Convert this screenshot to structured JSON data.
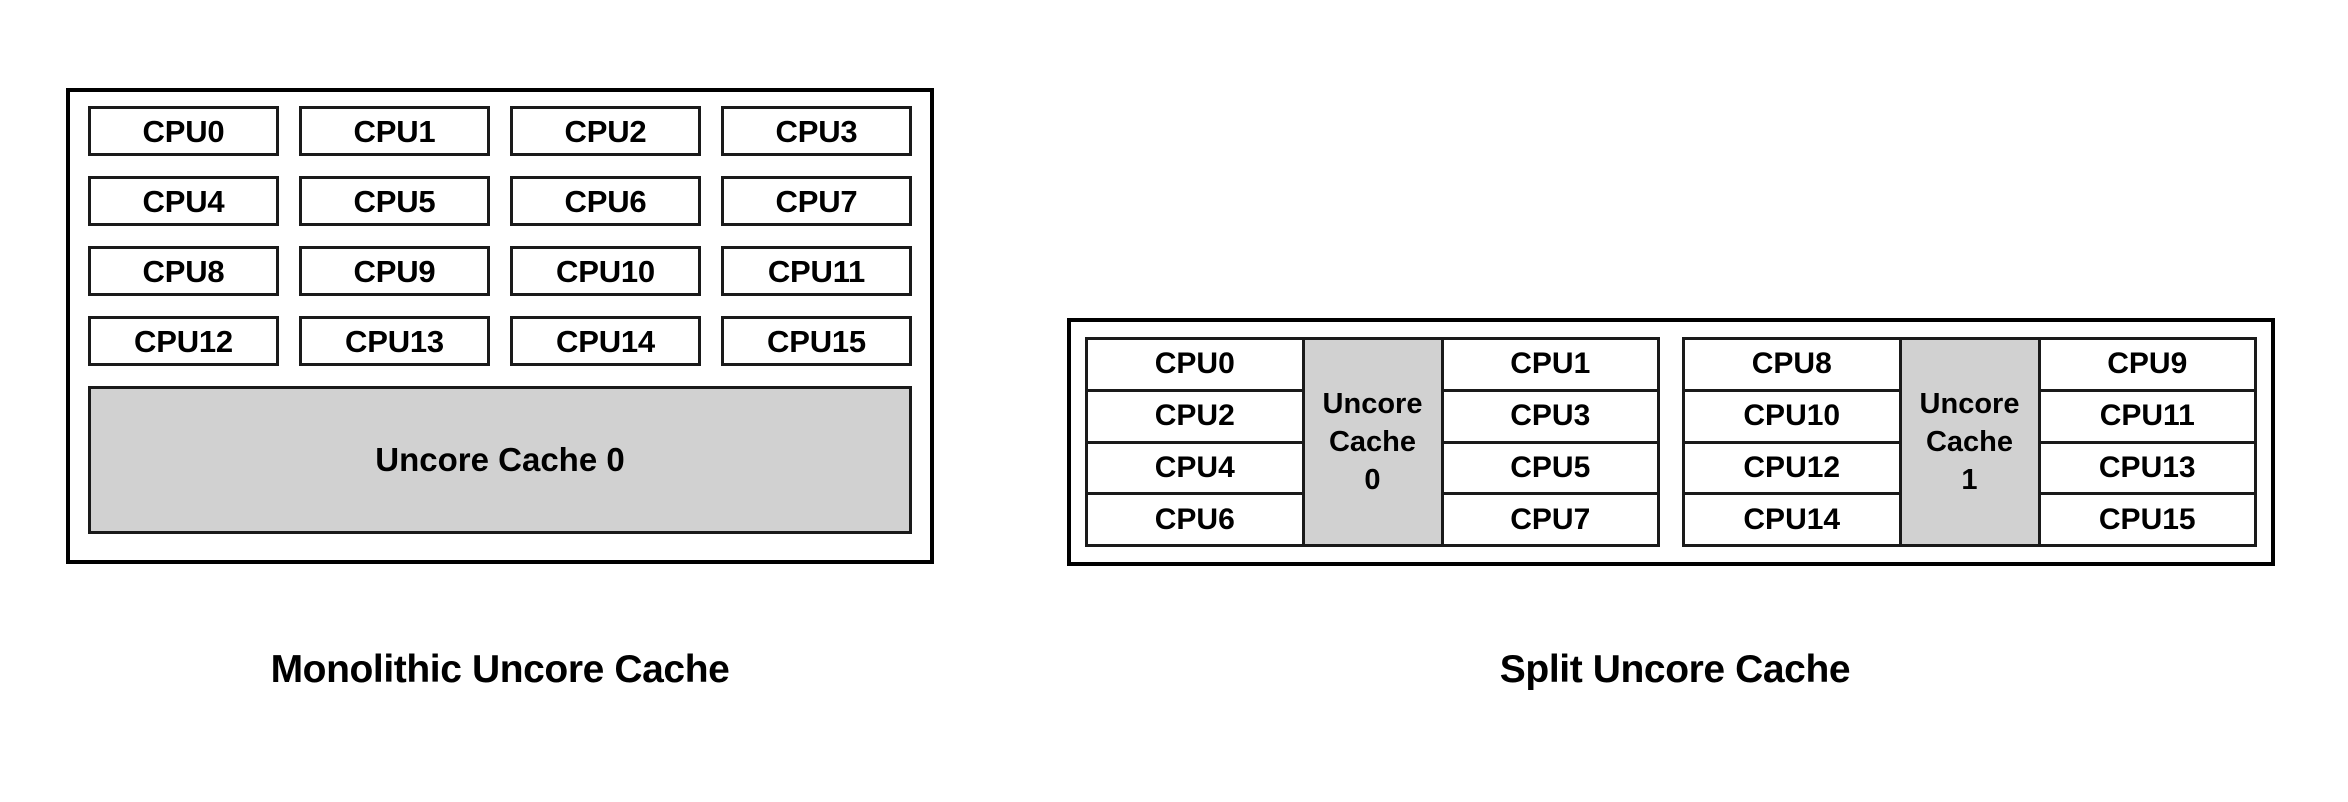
{
  "figures": {
    "monolithic": {
      "caption": "Monolithic Uncore Cache",
      "cpus": [
        "CPU0",
        "CPU1",
        "CPU2",
        "CPU3",
        "CPU4",
        "CPU5",
        "CPU6",
        "CPU7",
        "CPU8",
        "CPU9",
        "CPU10",
        "CPU11",
        "CPU12",
        "CPU13",
        "CPU14",
        "CPU15"
      ],
      "cache_label": "Uncore Cache 0"
    },
    "split": {
      "caption": "Split Uncore Cache",
      "clusters": [
        {
          "left_cpus": [
            "CPU0",
            "CPU2",
            "CPU4",
            "CPU6"
          ],
          "cache_line1": "Uncore",
          "cache_line2": "Cache",
          "cache_line3": "0",
          "right_cpus": [
            "CPU1",
            "CPU3",
            "CPU5",
            "CPU7"
          ]
        },
        {
          "left_cpus": [
            "CPU8",
            "CPU10",
            "CPU12",
            "CPU14"
          ],
          "cache_line1": "Uncore",
          "cache_line2": "Cache",
          "cache_line3": "1",
          "right_cpus": [
            "CPU9",
            "CPU11",
            "CPU13",
            "CPU15"
          ]
        }
      ]
    }
  },
  "colors": {
    "cache_fill": "#d1d1d1",
    "border": "#1a1a1a",
    "frame": "#000000",
    "background": "#ffffff",
    "text": "#000000"
  }
}
